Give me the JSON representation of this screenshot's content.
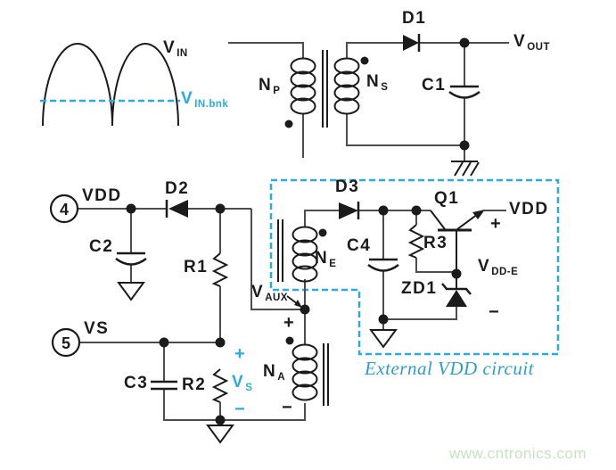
{
  "colors": {
    "accent": "#29abe2",
    "caption": "#2f9ec9",
    "watermark": "#c6e3c0",
    "wire": "#4d4d4d",
    "ink": "#1b1b1b"
  },
  "waveform": {
    "vin": {
      "main": "V",
      "sub": "IN"
    },
    "vin_bulk": {
      "main": "V",
      "sub": "IN.bnk"
    }
  },
  "pins": {
    "vdd": {
      "number": "4",
      "label": "VDD"
    },
    "vs": {
      "number": "5",
      "label": "VS"
    }
  },
  "windings": {
    "primary": {
      "main": "N",
      "sub": "P"
    },
    "secondary": {
      "main": "N",
      "sub": "S"
    },
    "external": {
      "main": "N",
      "sub": "E"
    },
    "auxiliary": {
      "main": "N",
      "sub": "A"
    }
  },
  "components": {
    "d1": "D1",
    "d2": "D2",
    "d3": "D3",
    "zd1": "ZD1",
    "c1": "C1",
    "c2": "C2",
    "c3": "C3",
    "c4": "C4",
    "r1": "R1",
    "r2": "R2",
    "r3": "R3",
    "q1": "Q1"
  },
  "nodes": {
    "vout": {
      "main": "V",
      "sub": "OUT"
    },
    "vaux": {
      "main": "V",
      "sub": "AUX"
    },
    "vdd_out": "VDD",
    "vdd_e": {
      "main": "V",
      "sub": "DD-E"
    },
    "vs_sense": {
      "main": "V",
      "sub": "S"
    }
  },
  "polarity": {
    "plus": "+",
    "minus": "−"
  },
  "caption": "External VDD circuit",
  "watermark": "www.cntronics.com"
}
